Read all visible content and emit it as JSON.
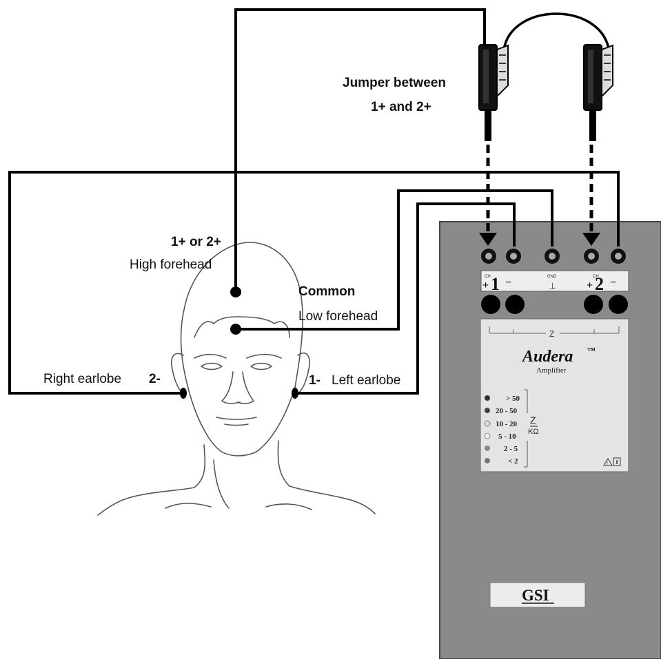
{
  "labels": {
    "jumper_line1": "Jumper between",
    "jumper_line2": "1+ and 2+",
    "high_line1": "1+ or 2+",
    "high_line2": "High forehead",
    "common_line1": "Common",
    "common_line2": "Low forehead",
    "right_earlobe": "Right earlobe",
    "right_earlobe_num": "2-",
    "left_earlobe_num": "1-",
    "left_earlobe": "Left earlobe"
  },
  "device": {
    "ch1_small": "CH",
    "ch1_plus": "+",
    "ch1_num": "1",
    "ch1_minus": "−",
    "gnd_small": "GND",
    "gnd_symbol": "⊥",
    "ch2_small": "CH",
    "ch2_plus": "+",
    "ch2_num": "2",
    "ch2_minus": "−",
    "z_label": "Z",
    "brand": "Audera",
    "tm": "™",
    "subtitle": "Amplifier",
    "impedance_levels": [
      "> 50",
      "20 - 50",
      "10 - 20",
      "5 - 10",
      "2 - 5",
      "< 2"
    ],
    "z_unit_top": "Z",
    "z_unit_bottom": "KΩ",
    "maker": "GSI"
  },
  "colors": {
    "device_body": "#8d8d8d",
    "panel": "#e6e6e6",
    "wire": "#000000"
  }
}
